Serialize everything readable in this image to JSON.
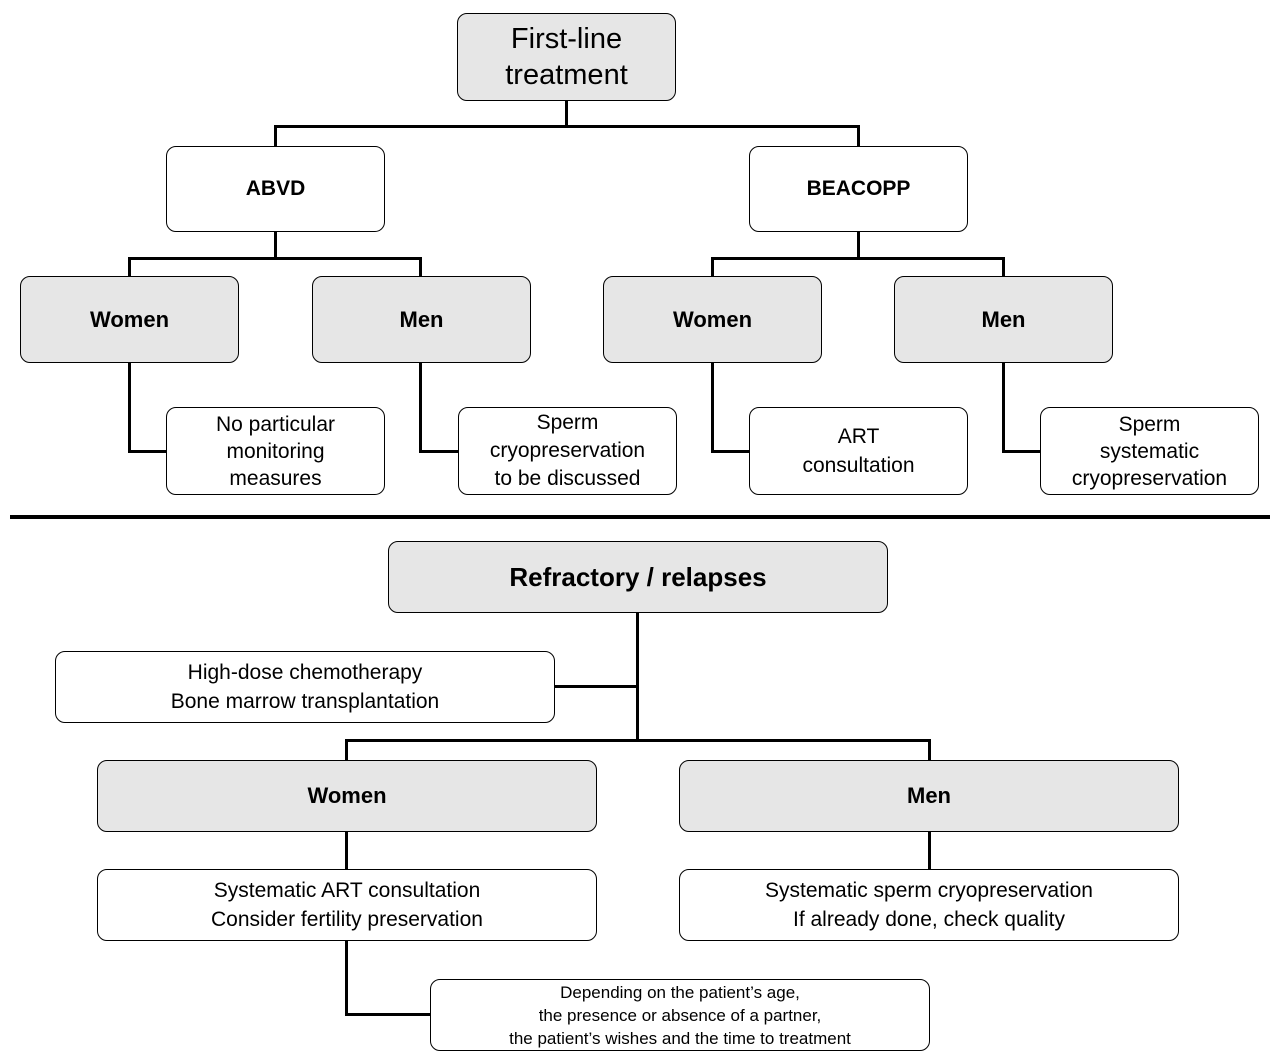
{
  "first_line": {
    "title": [
      "First-line",
      "treatment"
    ],
    "abvd": {
      "label": "ABVD",
      "women": {
        "label": "Women",
        "note": [
          "No particular",
          "monitoring",
          "measures"
        ]
      },
      "men": {
        "label": "Men",
        "note": [
          "Sperm",
          "cryopreservation",
          "to be discussed"
        ]
      }
    },
    "beacopp": {
      "label": "BEACOPP",
      "women": {
        "label": "Women",
        "note": [
          "ART",
          "consultation"
        ]
      },
      "men": {
        "label": "Men",
        "note": [
          "Sperm",
          "systematic",
          "cryopreservation"
        ]
      }
    }
  },
  "refractory": {
    "title": "Refractory / relapses",
    "side_note": [
      "High-dose chemotherapy",
      "Bone marrow transplantation"
    ],
    "women": {
      "label": "Women",
      "note": [
        "Systematic ART consultation",
        "Consider fertility preservation"
      ],
      "subnote": [
        "Depending on the patient’s age,",
        "the presence or absence of a partner,",
        "the patient’s wishes and the time to treatment"
      ]
    },
    "men": {
      "label": "Men",
      "note": [
        "Systematic sperm cryopreservation",
        "If already done, check quality"
      ]
    }
  },
  "colors": {
    "shaded_fill": "#e6e6e6",
    "plain_fill": "#ffffff",
    "stroke": "#000000"
  }
}
